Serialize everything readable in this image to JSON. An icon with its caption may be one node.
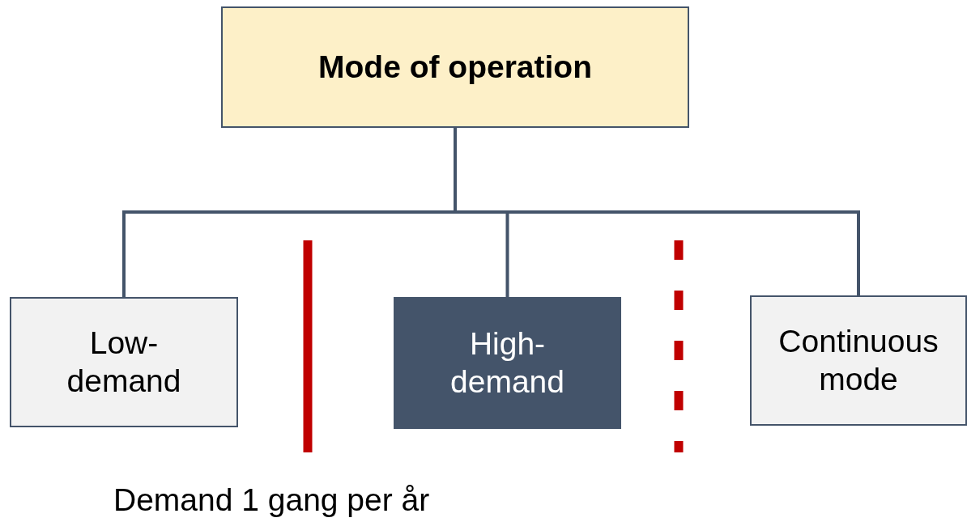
{
  "diagram": {
    "nodes": [
      {
        "text": [
          "Mode of operation"
        ]
      },
      {
        "text": [
          "Low-demand"
        ]
      },
      {
        "text": [
          "High-demand"
        ]
      },
      {
        "text": [
          "Continuous mode"
        ]
      }
    ],
    "edges": [
      {
        "from": 0,
        "to": 1,
        "arrow": "none"
      },
      {
        "from": 0,
        "to": 2,
        "arrow": "none"
      },
      {
        "from": 0,
        "to": 3,
        "arrow": "none"
      }
    ],
    "labels": [
      "Demand 1 gang per år"
    ]
  }
}
